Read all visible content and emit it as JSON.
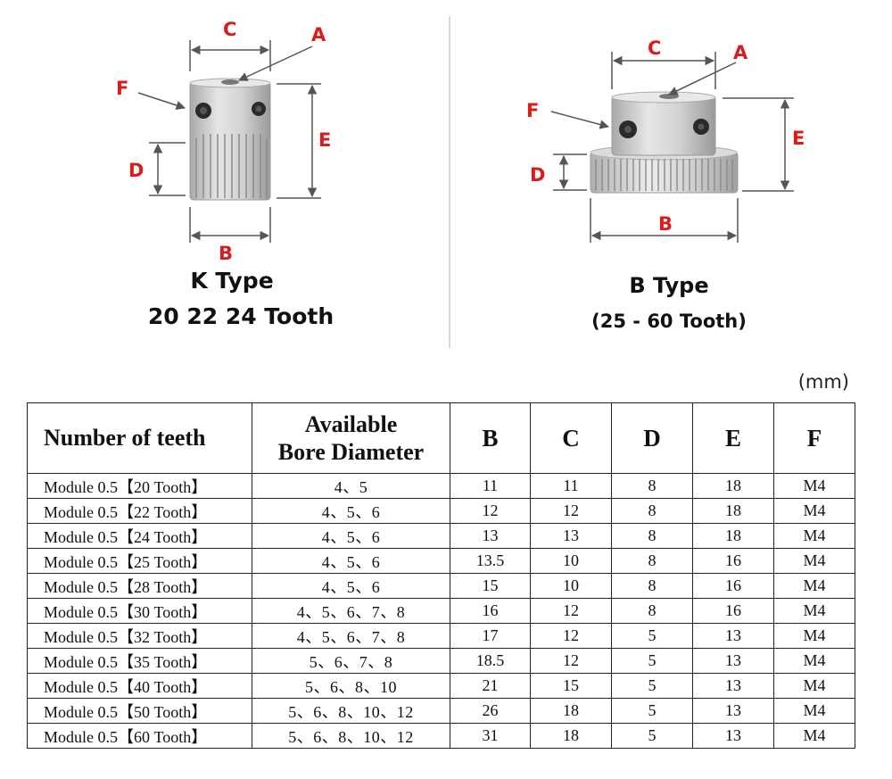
{
  "k_type": {
    "title": "K Type",
    "subtitle": "20 22 24 Tooth",
    "labels": {
      "A": "A",
      "B": "B",
      "C": "C",
      "D": "D",
      "E": "E",
      "F": "F"
    }
  },
  "b_type": {
    "title": "B Type",
    "subtitle": "(25 - 60 Tooth)",
    "labels": {
      "A": "A",
      "B": "B",
      "C": "C",
      "D": "D",
      "E": "E",
      "F": "F"
    }
  },
  "colors": {
    "label_red": "#d91c1c",
    "dimension_line": "#555555",
    "metal": "#c9c9c9"
  },
  "unit": "(mm)",
  "table": {
    "headers": {
      "teeth": "Number of teeth",
      "bore_line1": "Available",
      "bore_line2": "Bore Diameter",
      "b": "B",
      "c": "C",
      "d": "D",
      "e": "E",
      "f": "F"
    },
    "rows": [
      {
        "teeth": "Module 0.5【20 Tooth】",
        "bore": "4、5",
        "b": "11",
        "c": "11",
        "d": "8",
        "e": "18",
        "f": "M4"
      },
      {
        "teeth": "Module 0.5【22 Tooth】",
        "bore": "4、5、6",
        "b": "12",
        "c": "12",
        "d": "8",
        "e": "18",
        "f": "M4"
      },
      {
        "teeth": "Module 0.5【24 Tooth】",
        "bore": "4、5、6",
        "b": "13",
        "c": "13",
        "d": "8",
        "e": "18",
        "f": "M4"
      },
      {
        "teeth": "Module 0.5【25 Tooth】",
        "bore": "4、5、6",
        "b": "13.5",
        "c": "10",
        "d": "8",
        "e": "16",
        "f": "M4"
      },
      {
        "teeth": "Module 0.5【28 Tooth】",
        "bore": "4、5、6",
        "b": "15",
        "c": "10",
        "d": "8",
        "e": "16",
        "f": "M4"
      },
      {
        "teeth": "Module 0.5【30 Tooth】",
        "bore": "4、5、6、7、8",
        "b": "16",
        "c": "12",
        "d": "8",
        "e": "16",
        "f": "M4"
      },
      {
        "teeth": "Module 0.5【32 Tooth】",
        "bore": "4、5、6、7、8",
        "b": "17",
        "c": "12",
        "d": "5",
        "e": "13",
        "f": "M4"
      },
      {
        "teeth": "Module 0.5【35 Tooth】",
        "bore": "5、6、7、8",
        "b": "18.5",
        "c": "12",
        "d": "5",
        "e": "13",
        "f": "M4"
      },
      {
        "teeth": "Module 0.5【40 Tooth】",
        "bore": "5、6、8、10",
        "b": "21",
        "c": "15",
        "d": "5",
        "e": "13",
        "f": "M4"
      },
      {
        "teeth": "Module 0.5【50 Tooth】",
        "bore": "5、6、8、10、12",
        "b": "26",
        "c": "18",
        "d": "5",
        "e": "13",
        "f": "M4"
      },
      {
        "teeth": "Module 0.5【60 Tooth】",
        "bore": "5、6、8、10、12",
        "b": "31",
        "c": "18",
        "d": "5",
        "e": "13",
        "f": "M4"
      }
    ]
  }
}
